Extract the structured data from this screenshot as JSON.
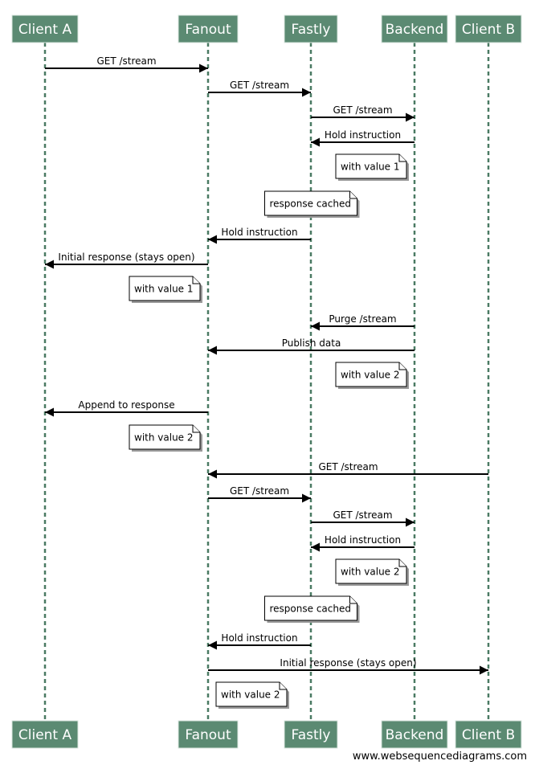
{
  "actors": [
    {
      "id": "client_a",
      "label": "Client A"
    },
    {
      "id": "fanout",
      "label": "Fanout"
    },
    {
      "id": "fastly",
      "label": "Fastly"
    },
    {
      "id": "backend",
      "label": "Backend"
    },
    {
      "id": "client_b",
      "label": "Client B"
    }
  ],
  "events": [
    {
      "kind": "message",
      "from": "client_a",
      "to": "fanout",
      "label": "GET /stream"
    },
    {
      "kind": "message",
      "from": "fanout",
      "to": "fastly",
      "label": "GET /stream"
    },
    {
      "kind": "message",
      "from": "fastly",
      "to": "backend",
      "label": "GET /stream"
    },
    {
      "kind": "message",
      "from": "backend",
      "to": "fastly",
      "label": "Hold instruction"
    },
    {
      "kind": "note",
      "over": "backend",
      "side": "left",
      "text": "with value 1"
    },
    {
      "kind": "note",
      "over": "fastly",
      "side": "center",
      "text": "response cached"
    },
    {
      "kind": "message",
      "from": "fastly",
      "to": "fanout",
      "label": "Hold instruction"
    },
    {
      "kind": "message",
      "from": "fanout",
      "to": "client_a",
      "label": "Initial response (stays open)"
    },
    {
      "kind": "note",
      "over": "fanout",
      "side": "left",
      "text": "with value 1"
    },
    {
      "kind": "message",
      "from": "backend",
      "to": "fastly",
      "label": "Purge /stream"
    },
    {
      "kind": "message",
      "from": "backend",
      "to": "fanout",
      "label": "Publish data"
    },
    {
      "kind": "note",
      "over": "backend",
      "side": "left",
      "text": "with value 2"
    },
    {
      "kind": "message",
      "from": "fanout",
      "to": "client_a",
      "label": "Append to response"
    },
    {
      "kind": "note",
      "over": "fanout",
      "side": "left",
      "text": "with value 2"
    },
    {
      "kind": "message",
      "from": "client_b",
      "to": "fanout",
      "label": "GET /stream"
    },
    {
      "kind": "message",
      "from": "fanout",
      "to": "fastly",
      "label": "GET /stream"
    },
    {
      "kind": "message",
      "from": "fastly",
      "to": "backend",
      "label": "GET /stream"
    },
    {
      "kind": "message",
      "from": "backend",
      "to": "fastly",
      "label": "Hold instruction"
    },
    {
      "kind": "note",
      "over": "backend",
      "side": "left",
      "text": "with value 2"
    },
    {
      "kind": "note",
      "over": "fastly",
      "side": "center",
      "text": "response cached"
    },
    {
      "kind": "message",
      "from": "fastly",
      "to": "fanout",
      "label": "Hold instruction"
    },
    {
      "kind": "message",
      "from": "fanout",
      "to": "client_b",
      "label": "Initial response (stays open)"
    },
    {
      "kind": "note",
      "over": "fanout",
      "side": "right",
      "text": "with value 2"
    }
  ],
  "colors": {
    "actor_fill": "#5b8a72",
    "lifeline": "#4a7a63"
  },
  "watermark": "www.websequencediagrams.com"
}
